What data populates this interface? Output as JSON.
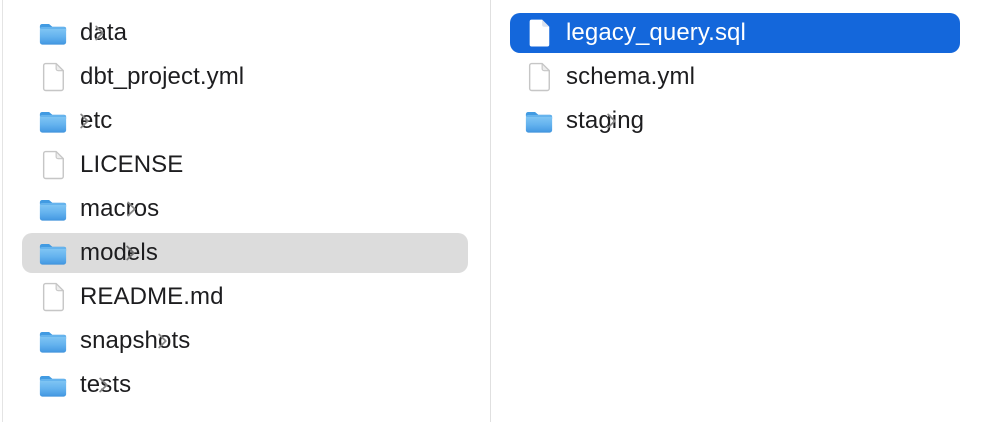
{
  "app": "finder-column-view",
  "colors": {
    "selection_blue": "#1467db",
    "selection_gray": "#dcdcdc",
    "divider": "#e0e0e0",
    "text": "#1d1d1f",
    "selected_text": "#ffffff",
    "chevron": "#868686",
    "folder_blue_top": "#429be2",
    "folder_blue_body": "#7cc5f4"
  },
  "columns": [
    {
      "name": "left-column",
      "items": [
        {
          "label": "data",
          "icon": "folder-icon",
          "chevron": true,
          "selected": "none"
        },
        {
          "label": "dbt_project.yml",
          "icon": "document-icon",
          "chevron": false,
          "selected": "none"
        },
        {
          "label": "etc",
          "icon": "folder-icon",
          "chevron": true,
          "selected": "none"
        },
        {
          "label": "LICENSE",
          "icon": "document-icon",
          "chevron": false,
          "selected": "none"
        },
        {
          "label": "macros",
          "icon": "folder-icon",
          "chevron": true,
          "selected": "none"
        },
        {
          "label": "models",
          "icon": "folder-icon",
          "chevron": true,
          "selected": "gray"
        },
        {
          "label": "README.md",
          "icon": "document-icon",
          "chevron": false,
          "selected": "none"
        },
        {
          "label": "snapshots",
          "icon": "folder-icon",
          "chevron": true,
          "selected": "none"
        },
        {
          "label": "tests",
          "icon": "folder-icon",
          "chevron": true,
          "selected": "none"
        }
      ]
    },
    {
      "name": "right-column",
      "items": [
        {
          "label": "legacy_query.sql",
          "icon": "document-icon",
          "chevron": false,
          "selected": "blue"
        },
        {
          "label": "schema.yml",
          "icon": "document-icon",
          "chevron": false,
          "selected": "none"
        },
        {
          "label": "staging",
          "icon": "folder-icon",
          "chevron": true,
          "selected": "none"
        }
      ]
    }
  ]
}
